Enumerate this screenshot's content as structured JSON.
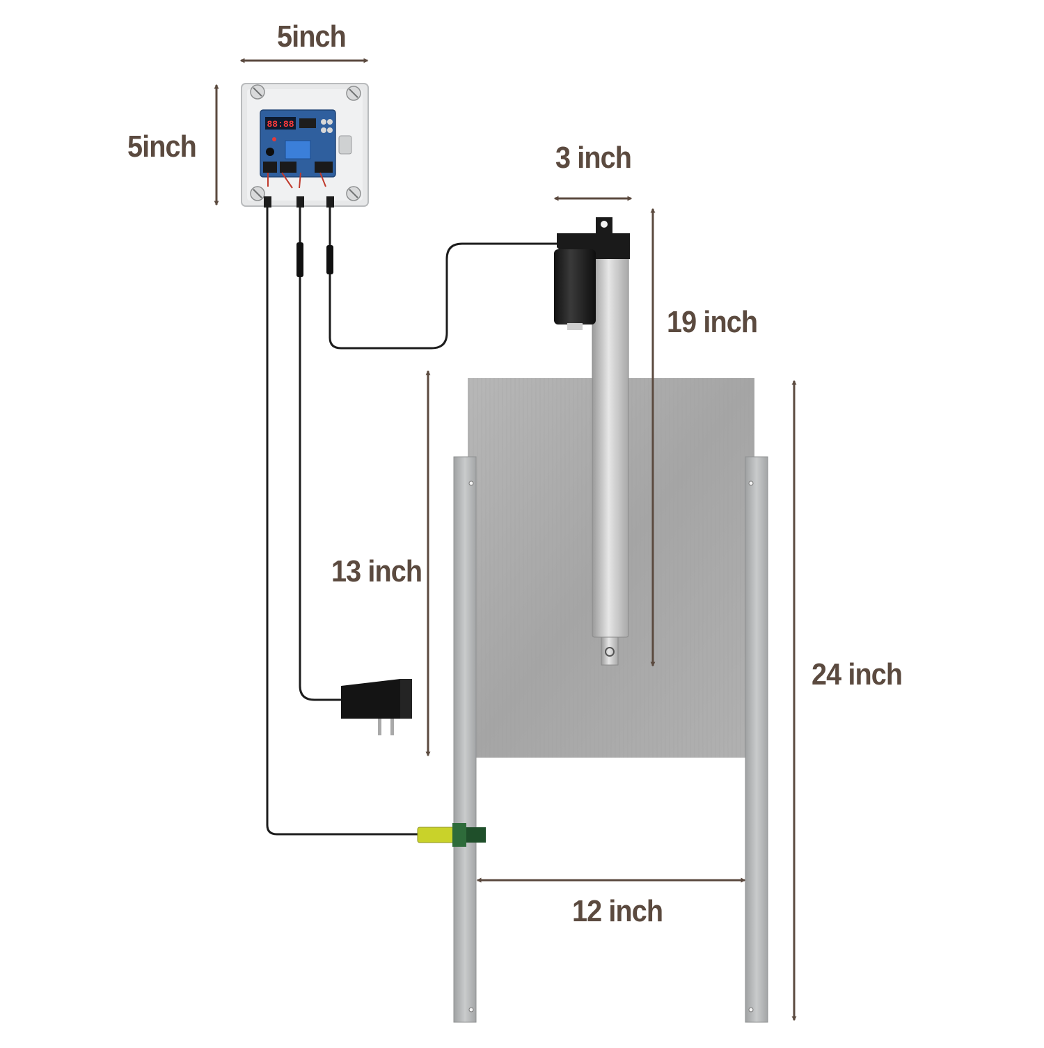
{
  "dimensions": {
    "controller_width": "5inch",
    "controller_height": "5inch",
    "actuator_width": "3 inch",
    "actuator_length": "19 inch",
    "door_height": "13 inch",
    "frame_height": "24 inch",
    "frame_width": "12 inch"
  },
  "controller_display": "88:88",
  "colors": {
    "dimension": "#5b4a3f",
    "door": "#a8a8a8",
    "rail": "#b8babb",
    "cable": "#1c1c1c",
    "board": "#2f5f9e",
    "sensor_body": "#c9d22a",
    "sensor_nut": "#2e6b3a"
  }
}
